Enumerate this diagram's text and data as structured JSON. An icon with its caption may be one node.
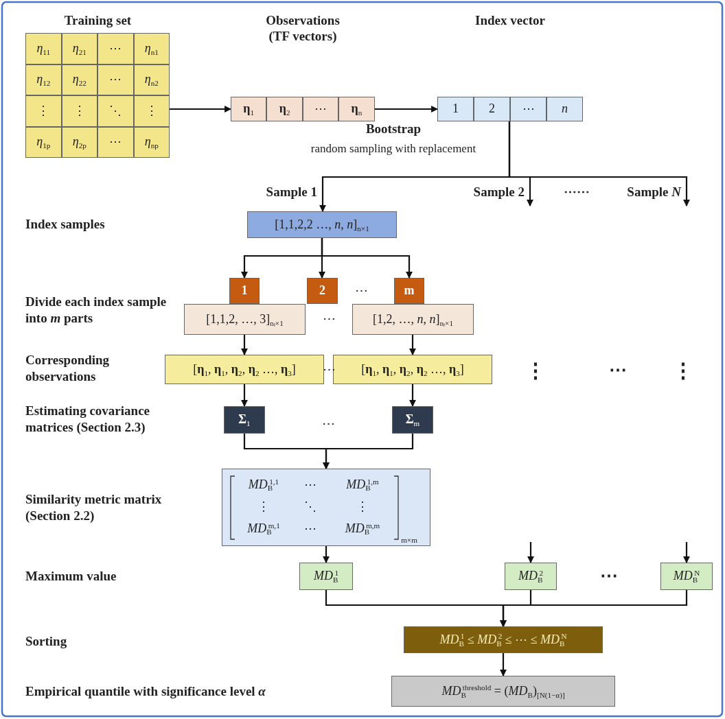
{
  "diagram": {
    "nodes": [
      {
        "text": [
          "Training set"
        ]
      },
      {
        "text": [
          "*η*$_{11}$"
        ],
        "in": 0
      },
      {
        "text": [
          "*η*$_{21}$"
        ],
        "in": 0
      },
      {
        "text": [
          "⋯"
        ],
        "in": 0
      },
      {
        "text": [
          "*η*$_{n1}$"
        ],
        "in": 0
      },
      {
        "text": [
          "*η*$_{12}$"
        ],
        "in": 0
      },
      {
        "text": [
          "*η*$_{22}$"
        ],
        "in": 0
      },
      {
        "text": [
          "⋯"
        ],
        "in": 0
      },
      {
        "text": [
          "*η*$_{n2}$"
        ],
        "in": 0
      },
      {
        "text": [
          "⋮"
        ],
        "in": 0
      },
      {
        "text": [
          "⋮"
        ],
        "in": 0
      },
      {
        "text": [
          "⋱"
        ],
        "in": 0
      },
      {
        "text": [
          "⋮"
        ],
        "in": 0
      },
      {
        "text": [
          "*η*$_{1p}$"
        ],
        "in": 0
      },
      {
        "text": [
          "*η*$_{2p}$"
        ],
        "in": 0
      },
      {
        "text": [
          "⋯"
        ],
        "in": 0
      },
      {
        "text": [
          "*η*$_{np}$"
        ],
        "in": 0
      },
      {
        "text": [
          "Observations (TF vectors)"
        ]
      },
      {
        "text": [
          "**η**$_{1}$"
        ],
        "in": 17
      },
      {
        "text": [
          "**η**$_{2}$"
        ],
        "in": 17
      },
      {
        "text": [
          "⋯"
        ],
        "in": 17
      },
      {
        "text": [
          "**η**$_{n}$"
        ],
        "in": 17
      },
      {
        "text": [
          "Index vector"
        ]
      },
      {
        "text": [
          "1"
        ],
        "in": 22
      },
      {
        "text": [
          "2"
        ],
        "in": 22
      },
      {
        "text": [
          "⋯"
        ],
        "in": 22
      },
      {
        "text": [
          "*n*"
        ],
        "in": 22
      },
      {
        "text": [
          "[1,1,2,2 …, *n*, *n*]$_{n×1}$"
        ]
      },
      {
        "text": [
          "1"
        ]
      },
      {
        "text": [
          "2"
        ]
      },
      {
        "text": [
          "m"
        ]
      },
      {
        "text": [
          "[1,1,2, …, 3]$_{nₗ×1}$"
        ]
      },
      {
        "text": [
          "[1,2, …, *n*, *n*]$_{nₗ×1}$"
        ]
      },
      {
        "text": [
          "[**η**$_{1}$, **η**$_{1}$, **η**$_{2}$, **η**$_{2}$ …, **η**$_{3}$]"
        ]
      },
      {
        "text": [
          "[**η**$_{1}$, **η**$_{1}$, **η**$_{2}$, **η**$_{2}$ …, **η**$_{3}$]"
        ]
      },
      {
        "text": [
          "**Σ**$_{1}$"
        ]
      },
      {
        "text": [
          "**Σ**$_{m}$"
        ]
      },
      {
        "text": [
          "*MD*$_{B}$$^{1,1}$",
          "⋯",
          "*MD*$_{B}$$^{1,m}$",
          "⋮",
          "⋱",
          "⋮",
          "*MD*$_{B}$$^{m,1}$",
          "⋯",
          "*MD*$_{B}$$^{m,m}$",
          "$_{m×m}$"
        ]
      },
      {
        "text": [
          "*MD*$_{B}$$^{1}$"
        ]
      },
      {
        "text": [
          "*MD*$_{B}$$^{2}$"
        ]
      },
      {
        "text": [
          "*MD*$_{B}$$^{N}$"
        ]
      },
      {
        "text": [
          "*MD*$_{B}$$^{1}$ ≤ *MD*$_{B}$$^{2}$ ≤ ⋯ ≤ *MD*$_{B}$$^{N}$"
        ]
      },
      {
        "text": [
          "*MD*$_{B}$$^{threshold}$ = (*MD*$_{B}$)$_{[N(1−α)]}$"
        ]
      }
    ],
    "edges": [
      {
        "from": 0,
        "to": 17,
        "arrow": "to"
      },
      {
        "from": 17,
        "to": 22,
        "arrow": "to"
      },
      {
        "from": 22,
        "to": 27,
        "arrow": "to",
        "label": "Sample 1"
      },
      {
        "from": 22,
        "to": null,
        "arrow": "to",
        "label": "Sample 2"
      },
      {
        "from": 22,
        "to": null,
        "arrow": "to",
        "label": "Sample *N*"
      },
      {
        "from": 27,
        "to": 28,
        "arrow": "to"
      },
      {
        "from": 27,
        "to": 29,
        "arrow": "to"
      },
      {
        "from": 27,
        "to": 30,
        "arrow": "to"
      },
      {
        "from": 31,
        "to": 33,
        "arrow": "to"
      },
      {
        "from": 32,
        "to": 34,
        "arrow": "to"
      },
      {
        "from": 33,
        "to": 35,
        "arrow": "to"
      },
      {
        "from": 34,
        "to": 36,
        "arrow": "to"
      },
      {
        "from": 35,
        "to": 37,
        "arrow": "to"
      },
      {
        "from": 36,
        "to": 37,
        "arrow": "to"
      },
      {
        "from": 37,
        "to": 38,
        "arrow": "to"
      },
      {
        "from": null,
        "to": 39,
        "arrow": "to"
      },
      {
        "from": null,
        "to": 40,
        "arrow": "to"
      },
      {
        "from": 38,
        "to": 41,
        "arrow": "to"
      },
      {
        "from": 39,
        "to": 41,
        "arrow": "to"
      },
      {
        "from": 40,
        "to": 41,
        "arrow": "to"
      },
      {
        "from": 41,
        "to": 42,
        "arrow": "to"
      }
    ],
    "labels": [
      "Bootstrap",
      "random sampling with replacement",
      "⋯⋯",
      "Index samples",
      "Divide each index sample into *m* parts",
      "⋯",
      "⋯",
      "Corresponding observations",
      "⋯",
      "⋮",
      "⋯",
      "⋮",
      "Estimating covariance matrices (Section 2.3)",
      "⋯",
      "Similarity metric matrix (Section 2.2)",
      "Maximum value",
      "⋯",
      "Sorting",
      "Empirical quantile with significance level *α*"
    ]
  }
}
